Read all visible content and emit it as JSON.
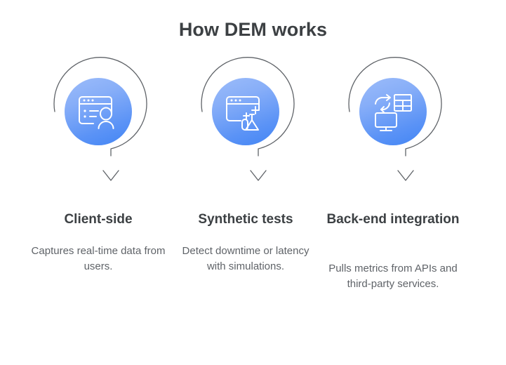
{
  "title": "How DEM works",
  "colors": {
    "background": "#ffffff",
    "heading_text": "#3c4043",
    "body_text": "#5f6368",
    "circle_gradient_start": "#9cbcfa",
    "circle_gradient_end": "#4285f4",
    "arc_stroke": "#5f6368",
    "icon_stroke": "#ffffff"
  },
  "columns": [
    {
      "icon": "browser-user-icon",
      "heading": "Client-side",
      "body": "Captures real-time data from users.",
      "arrow": "down-arrow-icon"
    },
    {
      "icon": "browser-flask-icon",
      "heading": "Synthetic tests",
      "body": "Detect downtime or latency with simulations.",
      "arrow": "down-arrow-icon"
    },
    {
      "icon": "monitor-table-sync-icon",
      "heading": "Back-end integration",
      "body": "Pulls metrics from APIs and third-party services.",
      "arrow": "down-arrow-icon"
    }
  ]
}
